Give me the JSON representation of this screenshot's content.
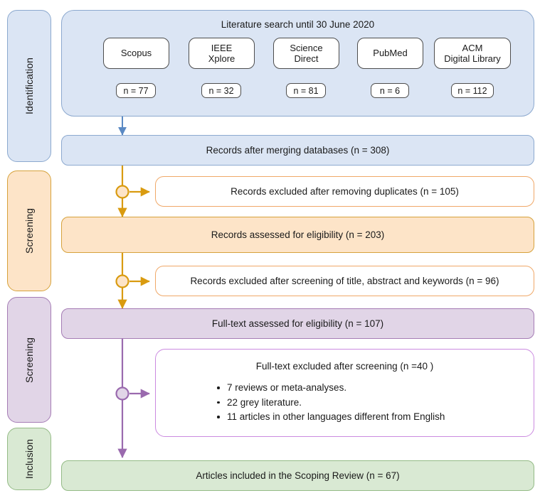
{
  "diagram": {
    "title": "PRISMA Scoping Review Flow Diagram",
    "colors": {
      "blue_fill": "#dbe5f4",
      "blue_stroke": "#8ca9cf",
      "orange_fill": "#fde4c8",
      "orange_stroke": "#d6a23c",
      "orange_outline": "#f0a868",
      "purple_fill": "#e1d5e7",
      "purple_stroke": "#a57cb5",
      "purple_outline": "#cb8ae0",
      "green_fill": "#d9e9d3",
      "green_stroke": "#94bb86",
      "box_stroke": "#4d4d4d",
      "text": "#1a1a1a"
    }
  },
  "stages": [
    {
      "label": "Identification",
      "color": "blue"
    },
    {
      "label": "Screening",
      "color": "orange"
    },
    {
      "label": "Screening",
      "color": "purple"
    },
    {
      "label": "Inclusion",
      "color": "green"
    }
  ],
  "identification": {
    "header": "Literature search until 30 June 2020",
    "sources": [
      {
        "name": "Scopus",
        "count_label": "n = 77",
        "count": 77
      },
      {
        "name": "IEEE\nXplore",
        "name_line1": "IEEE",
        "name_line2": "Xplore",
        "count_label": "n = 32",
        "count": 32
      },
      {
        "name": "Science\nDirect",
        "name_line1": "Science",
        "name_line2": "Direct",
        "count_label": "n = 81",
        "count": 81
      },
      {
        "name": "PubMed",
        "count_label": "n = 6",
        "count": 6
      },
      {
        "name": "ACM\nDigital Library",
        "name_line1": "ACM",
        "name_line2": "Digital Library",
        "count_label": "n = 112",
        "count": 112
      }
    ]
  },
  "flow": {
    "merged": "Records after merging databases  (n = 308)",
    "excluded_duplicates": "Records excluded after removing duplicates  (n = 105)",
    "assessed_eligibility": "Records assessed for eligibility  (n = 203)",
    "excluded_screening": "Records excluded after screening of title, abstract and keywords (n = 96)",
    "fulltext_assessed": "Full-text assessed for eligibility  (n = 107)",
    "fulltext_excluded_head": "Full-text excluded after screening  (n =40 )",
    "fulltext_excluded_reasons": [
      "7 reviews or meta-analyses.",
      "22 grey literature.",
      "11 articles in other languages different from English"
    ],
    "included": "Articles included in the Scoping Review  (n = 67)"
  },
  "chart_data": {
    "type": "diagram",
    "title": "PRISMA flow of study selection",
    "nodes": [
      {
        "id": "scopus",
        "label": "Scopus",
        "n": 77,
        "stage": "Identification"
      },
      {
        "id": "ieee",
        "label": "IEEE Xplore",
        "n": 32,
        "stage": "Identification"
      },
      {
        "id": "sciencedirect",
        "label": "Science Direct",
        "n": 81,
        "stage": "Identification"
      },
      {
        "id": "pubmed",
        "label": "PubMed",
        "n": 6,
        "stage": "Identification"
      },
      {
        "id": "acm",
        "label": "ACM Digital Library",
        "n": 112,
        "stage": "Identification"
      },
      {
        "id": "merged",
        "label": "Records after merging databases",
        "n": 308,
        "stage": "Identification"
      },
      {
        "id": "excl_dupes",
        "label": "Records excluded after removing duplicates",
        "n": 105,
        "stage": "Screening"
      },
      {
        "id": "assessed",
        "label": "Records assessed for eligibility",
        "n": 203,
        "stage": "Screening"
      },
      {
        "id": "excl_screen",
        "label": "Records excluded after screening of title, abstract and keywords",
        "n": 96,
        "stage": "Screening"
      },
      {
        "id": "fulltext",
        "label": "Full-text assessed for eligibility",
        "n": 107,
        "stage": "Screening"
      },
      {
        "id": "excl_fulltext",
        "label": "Full-text excluded after screening",
        "n": 40,
        "stage": "Screening"
      },
      {
        "id": "included",
        "label": "Articles included in the Scoping Review",
        "n": 67,
        "stage": "Inclusion"
      }
    ],
    "exclusion_reasons": [
      {
        "reason": "reviews or meta-analyses",
        "n": 7
      },
      {
        "reason": "grey literature",
        "n": 22
      },
      {
        "reason": "articles in other languages different from English",
        "n": 11
      }
    ]
  }
}
